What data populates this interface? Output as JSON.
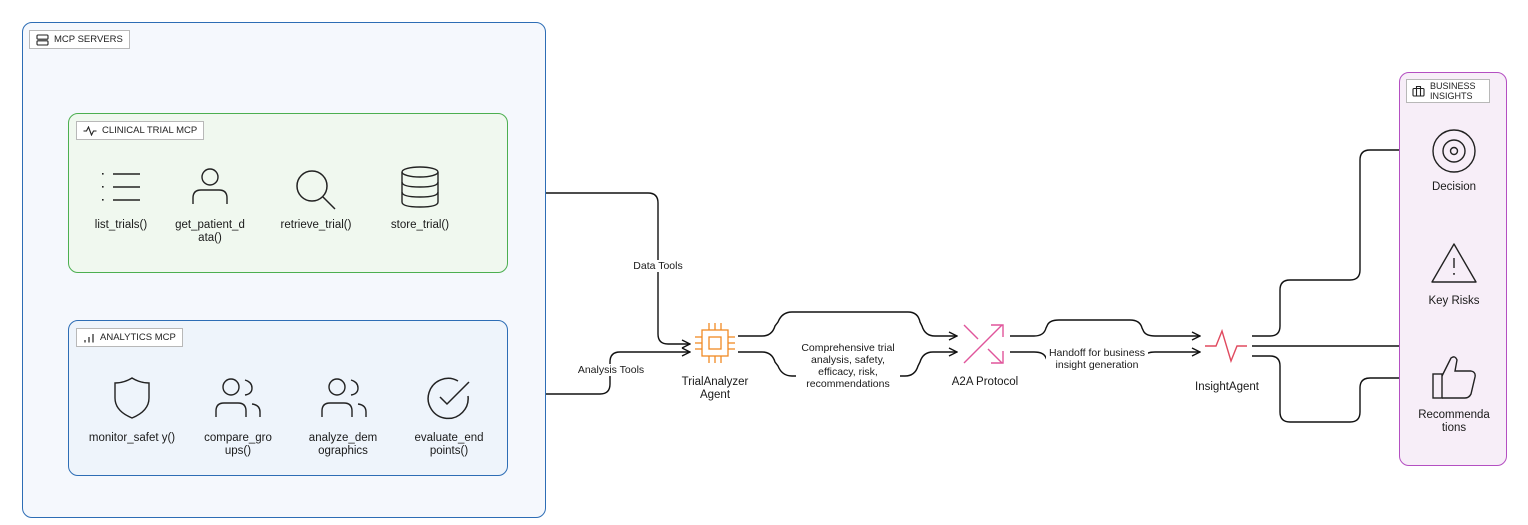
{
  "mcp_servers": {
    "title": "MCP SERVERS"
  },
  "clinical": {
    "title": "CLINICAL TRIAL MCP",
    "tools": [
      {
        "label": "list_trials()",
        "icon": "list-icon"
      },
      {
        "label": "get_patient_d ata()",
        "icon": "user-icon"
      },
      {
        "label": "retrieve_trial()",
        "icon": "search-icon"
      },
      {
        "label": "store_trial()",
        "icon": "database-icon"
      }
    ]
  },
  "analytics": {
    "title": "ANALYTICS MCP",
    "tools": [
      {
        "label": "monitor_safet y()",
        "icon": "shield-icon"
      },
      {
        "label": "compare_gro ups()",
        "icon": "users-icon"
      },
      {
        "label": "analyze_dem ographics",
        "icon": "users-icon"
      },
      {
        "label": "evaluate_end points()",
        "icon": "check-circle-icon"
      }
    ]
  },
  "edges": {
    "data_tools": "Data Tools",
    "analysis_tools": "Analysis Tools",
    "comprehensive": "Comprehensive trial analysis, safety, efficacy, risk, recommendations",
    "handoff": "Handoff for business insight generation"
  },
  "agents": {
    "trial_analyzer": "TrialAnalyzer Agent",
    "a2a": "A2A Protocol",
    "insight": "InsightAgent"
  },
  "business": {
    "title": "BUSINESS INSIGHTS",
    "outputs": [
      {
        "label": "Decision",
        "icon": "target-icon"
      },
      {
        "label": "Key Risks",
        "icon": "warning-icon"
      },
      {
        "label": "Recommenda tions",
        "icon": "thumbs-up-icon"
      }
    ]
  },
  "colors": {
    "blue": "#2d6db5",
    "green": "#4caf50",
    "orange": "#f08a24",
    "pink": "#e0559b",
    "purple": "#b44fc2"
  }
}
